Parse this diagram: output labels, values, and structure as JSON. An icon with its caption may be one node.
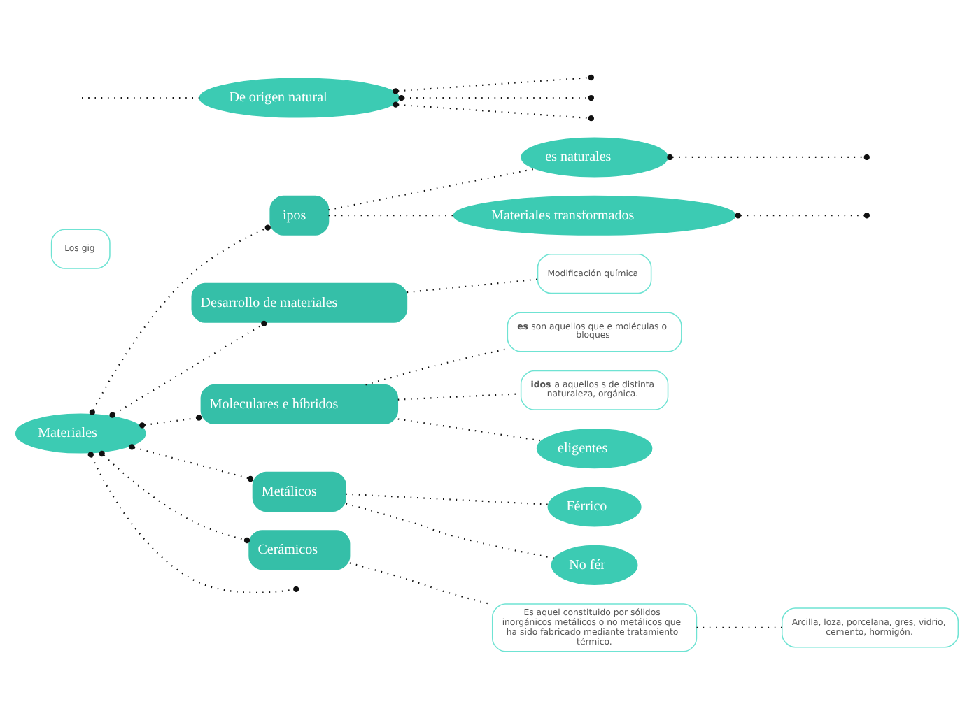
{
  "diagram": {
    "nodes": [
      {
        "text": [
          "Materiales"
        ]
      },
      {
        "text": [
          "ipos"
        ]
      },
      {
        "text": [
          "es naturales"
        ]
      },
      {
        "text": [
          "Materiales transformados"
        ]
      },
      {
        "text": [
          "Desarrollo de materiales"
        ]
      },
      {
        "text": [
          "Modificación química"
        ]
      },
      {
        "text": [
          "Moleculares e híbridos"
        ]
      },
      {
        "text": [
          "**es** son aquellos que e moléculas o bloques"
        ]
      },
      {
        "text": [
          "**idos** a aquellos s de distinta naturaleza, orgánica."
        ]
      },
      {
        "text": [
          "eligentes"
        ]
      },
      {
        "text": [
          "Metálicos"
        ]
      },
      {
        "text": [
          "Férrico"
        ]
      },
      {
        "text": [
          "No fér"
        ]
      },
      {
        "text": [
          "Cerámicos"
        ]
      },
      {
        "text": [
          "Es aquel constituido por sólidos inorgánicos metálicos o no metálicos que ha sido fabricado mediante tratamiento térmico."
        ]
      },
      {
        "text": [
          "Arcilla, loza, porcelana, gres, vidrio, cemento, hormigón."
        ]
      },
      {
        "text": [
          "Los gig"
        ]
      },
      {
        "text": [
          "De origen natural"
        ]
      }
    ],
    "edges": [
      {
        "from": 0,
        "to": 1,
        "arrow": "other"
      },
      {
        "from": 0,
        "to": 4,
        "arrow": "other"
      },
      {
        "from": 0,
        "to": 6,
        "arrow": "other"
      },
      {
        "from": 0,
        "to": 10,
        "arrow": "other"
      },
      {
        "from": 0,
        "to": 13,
        "arrow": "other"
      },
      {
        "from": 0,
        "to": null,
        "arrow": "other"
      },
      {
        "from": 1,
        "to": 2,
        "arrow": "none"
      },
      {
        "from": 1,
        "to": 3,
        "arrow": "none"
      },
      {
        "from": 2,
        "to": null,
        "arrow": "other"
      },
      {
        "from": 3,
        "to": null,
        "arrow": "other"
      },
      {
        "from": 4,
        "to": 5,
        "arrow": "none"
      },
      {
        "from": 6,
        "to": 7,
        "arrow": "none"
      },
      {
        "from": 6,
        "to": 8,
        "arrow": "none"
      },
      {
        "from": 6,
        "to": 9,
        "arrow": "none"
      },
      {
        "from": 10,
        "to": 11,
        "arrow": "none"
      },
      {
        "from": 10,
        "to": 12,
        "arrow": "none"
      },
      {
        "from": 13,
        "to": 14,
        "arrow": "none"
      },
      {
        "from": 14,
        "to": 15,
        "arrow": "none"
      },
      {
        "from": 17,
        "to": null,
        "arrow": "other"
      },
      {
        "from": 17,
        "to": null,
        "arrow": "other"
      },
      {
        "from": 17,
        "to": null,
        "arrow": "other"
      },
      {
        "from": null,
        "to": 17,
        "arrow": "none"
      }
    ]
  }
}
